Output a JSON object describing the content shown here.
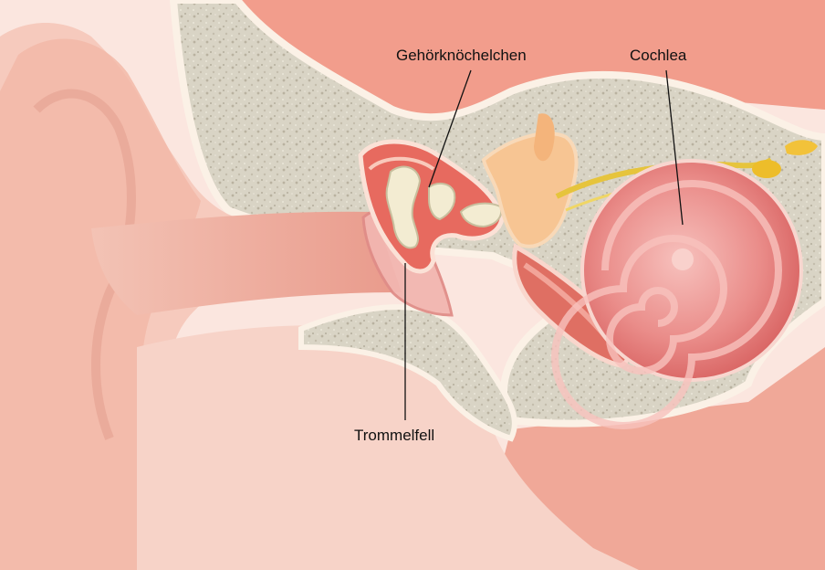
{
  "labels": {
    "ossicles": "Gehörknöchelchen",
    "cochlea": "Cochlea",
    "eardrum": "Trommelfell"
  },
  "colors": {
    "skin_light": "#fbe6df",
    "skin": "#f4c2b5",
    "flesh": "#ee9c8c",
    "flesh_dark": "#e07a6c",
    "bone": "#d8d3c4",
    "bone_edge": "#fbf1e6",
    "cochlea_red": "#e36d6c",
    "cochlea_light": "#f6b4b0",
    "nerve": "#ecc53a",
    "ossicle": "#f3ecd2",
    "leader_line": "#111111"
  }
}
